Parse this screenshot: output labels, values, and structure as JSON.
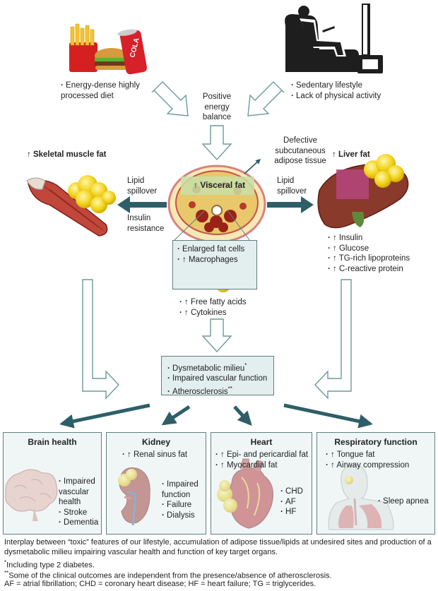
{
  "diet": {
    "items": [
      "Energy-dense highly processed diet"
    ],
    "can_label": "COLA"
  },
  "sedentary": {
    "items": [
      "Sedentary lifestyle",
      "Lack of physical activity"
    ]
  },
  "balance_label": "Positive energy balance",
  "subcutaneous_label": "Defective subcutaneous adipose tissue",
  "skeletal_title": "↑ Skeletal muscle fat",
  "liver_title": "↑ Liver fat",
  "lipid_spillover_left": "Lipid spillover",
  "lipid_spillover_right": "Lipid spillover",
  "insulin_resistance": "Insulin resistance",
  "visceral_label": "↑ Visceral fat",
  "fat_cells": {
    "items": [
      "Enlarged fat cells",
      "↑ Macrophages"
    ]
  },
  "liver_items": [
    "↑ Insulin",
    "↑ Glucose",
    "↑ TG-rich lipoproteins",
    "↑ C-reactive protein"
  ],
  "release_items": [
    "↑ Free fatty acids",
    "↑ Cytokines"
  ],
  "milieu": {
    "items": [
      "Dysmetabolic milieu",
      "Impaired vascular function",
      "Atherosclerosis"
    ],
    "sup1": "*",
    "sup2": "**"
  },
  "panels": {
    "brain": {
      "title": "Brain health",
      "items": [
        "Impaired vascular health",
        "Stroke",
        "Dementia"
      ]
    },
    "kidney": {
      "title": "Kidney",
      "top": [
        "↑ Renal sinus fat"
      ],
      "items": [
        "Impaired function",
        "Failure",
        "Dialysis"
      ]
    },
    "heart": {
      "title": "Heart",
      "top": [
        "↑ Epi- and pericardial fat",
        "↑ Myocardial fat"
      ],
      "items": [
        "CHD",
        "AF",
        "HF"
      ]
    },
    "respiratory": {
      "title": "Respiratory function",
      "top": [
        "↑ Tongue fat",
        "↑ Airway compression"
      ],
      "items": [
        "Sleep apnea"
      ]
    }
  },
  "caption": {
    "main": "Interplay between “toxic” features of our lifestyle, accumulation of adipose tissue/lipids at undesired sites and production of a dysmetabolic milieu impairing vascular health and function of key target organs.",
    "note1_mark": "*",
    "note1": "Including type 2 diabetes.",
    "note2_mark": "**",
    "note2": "Some of the clinical outcomes are independent from the presence/absence of atherosclerosis.",
    "abbrev": "AF = atrial fibrillation; CHD = coronary heart disease; HF = heart failure; TG = triglycerides."
  },
  "colors": {
    "teal": "#2e5f68",
    "panel": "#e3eeee",
    "outline": "#5f7f7f",
    "fat": "#f2d21a"
  }
}
